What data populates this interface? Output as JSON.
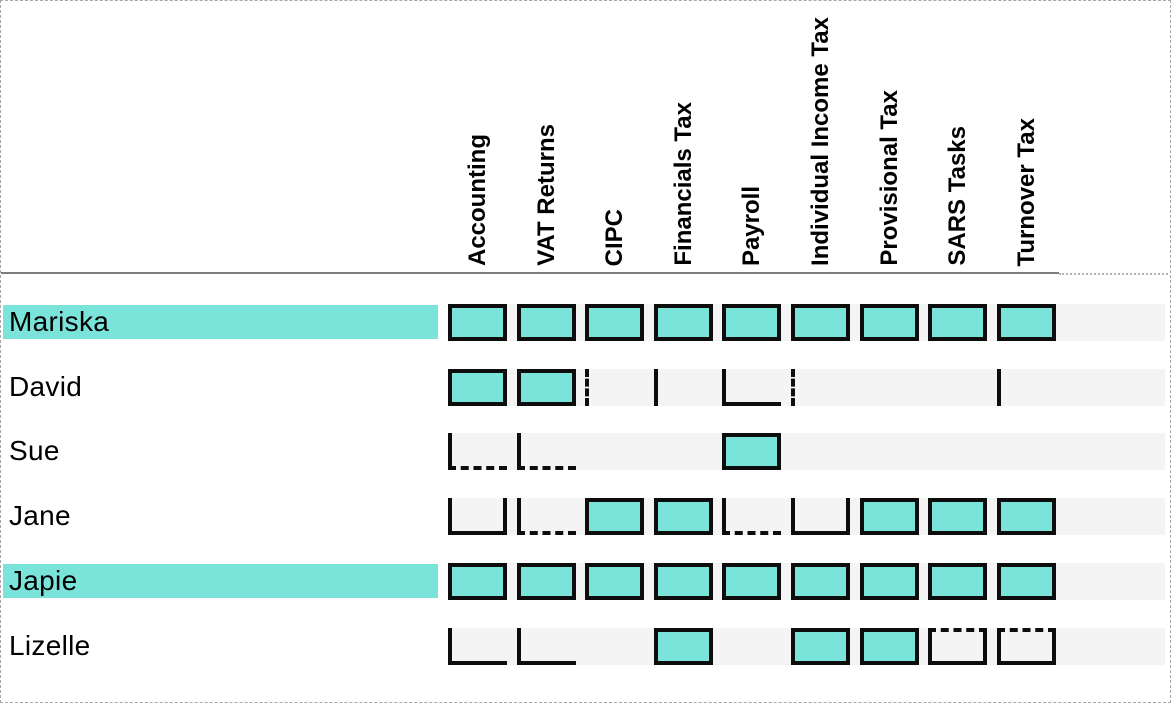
{
  "matrix": {
    "columns": [
      "Accounting",
      "VAT Returns",
      "CIPC",
      "Financials Tax",
      "Payroll",
      "Individual Income Tax",
      "Provisional Tax",
      "SARS Tasks",
      "Turnover Tax"
    ],
    "rows": [
      {
        "name": "Mariska",
        "highlighted": true,
        "cells": [
          "full",
          "full",
          "full",
          "full",
          "full",
          "full",
          "full",
          "full",
          "full"
        ]
      },
      {
        "name": "David",
        "highlighted": false,
        "cells": [
          "full",
          "full",
          "left-dashed",
          "left",
          "left-bottom",
          "left-dashed",
          "none",
          "none",
          "left"
        ]
      },
      {
        "name": "Sue",
        "highlighted": false,
        "cells": [
          "left-bottom-dashed",
          "left-bottom-dashed",
          "none",
          "none",
          "full",
          "none",
          "none",
          "none",
          "none"
        ]
      },
      {
        "name": "Jane",
        "highlighted": false,
        "cells": [
          "left-bottom-right",
          "left-bottom-dashed",
          "full",
          "full",
          "left-bottom-dashed",
          "left-bottom-right",
          "full",
          "full",
          "full"
        ]
      },
      {
        "name": "Japie",
        "highlighted": true,
        "cells": [
          "full",
          "full",
          "full",
          "full",
          "full",
          "full",
          "full",
          "full",
          "full"
        ]
      },
      {
        "name": "Lizelle",
        "highlighted": false,
        "cells": [
          "left-bottom",
          "left-bottom",
          "none",
          "full",
          "none",
          "full",
          "full",
          "dashed-top-box",
          "dashed-top-box"
        ]
      }
    ]
  },
  "colors": {
    "accent": "#7AE3DA",
    "cell_border": "#0D0D0D",
    "row_band": "#F4F4F4",
    "separator_line": "#7E7E7E",
    "page_border": "#A6A6A6",
    "text": "#000000"
  }
}
